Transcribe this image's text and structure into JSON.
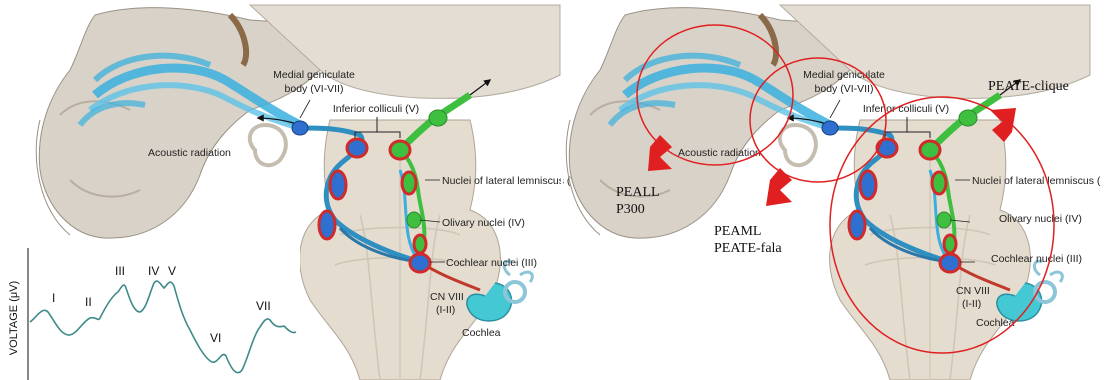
{
  "left_panel": {
    "labels": {
      "medial_geniculate_line1": "Medial geniculate",
      "medial_geniculate_line2": "body (VI-VII)",
      "inferior_colliculi": "Inferior colliculi (V)",
      "acoustic_radiation": "Acoustic radiation",
      "lateral_lemniscus": "Nuclei of lateral lemniscus (V",
      "olivary_nuclei": "Olivary nuclei (IV)",
      "cochlear_nuclei": "Cochlear nuclei (III)",
      "cn_viii_line1": "CN VIII",
      "cn_viii_line2": "(I-II)",
      "cochlea": "Cochlea"
    },
    "waveform": {
      "y_axis_label": "VOLTAGE (μV)",
      "peaks": [
        "I",
        "II",
        "III",
        "IV",
        "V",
        "VI",
        "VII"
      ]
    }
  },
  "right_panel": {
    "labels": {
      "medial_geniculate_line1": "Medial geniculate",
      "medial_geniculate_line2": "body (VI-VII)",
      "inferior_colliculi": "Inferior colliculi (V)",
      "acoustic_radiation": "Acoustic radiation",
      "lateral_lemniscus": "Nuclei of lateral lemniscus (",
      "olivary_nuclei": "Olivary nuclei (IV)",
      "cochlear_nuclei": "Cochlear nuclei (III)",
      "cn_viii_line1": "CN VIII",
      "cn_viii_line2": "(I-II)",
      "cochlea": "Cochlea"
    },
    "annotations": {
      "peate_clique": "PEATE-clique",
      "peall": "PEALL",
      "p300": "P300",
      "peaml": "PEAML",
      "peate_fala": "PEATE-fala"
    },
    "highlight_color": "#e02020",
    "arrow_color": "#e02020"
  },
  "colors": {
    "pathway_blue": "#3ab0de",
    "pathway_green": "#3fbf3f",
    "nucleus_ring": "#d02a2a",
    "brain_tissue": "#d9d2c8",
    "brainstem": "#e4dccf"
  }
}
